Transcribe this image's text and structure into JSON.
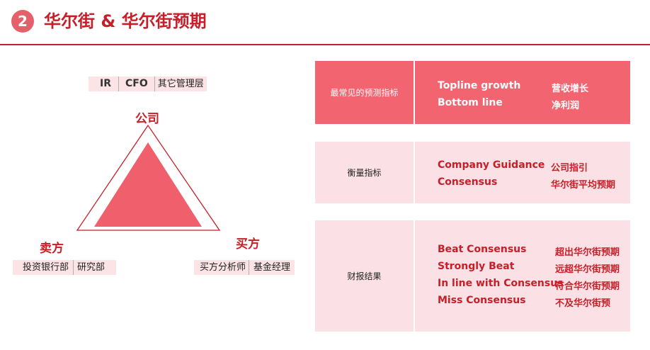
{
  "header": {
    "number": "2",
    "title": "华尔街 & 华尔街预期"
  },
  "company": {
    "label": "公司",
    "tags": [
      "IR",
      "CFO",
      "其它管理层"
    ]
  },
  "sell_side": {
    "label": "卖方",
    "tags": [
      "投资银行部",
      "研究部"
    ]
  },
  "buy_side": {
    "label": "买方",
    "tags": [
      "买方分析师",
      "基金经理"
    ]
  },
  "panels": [
    {
      "label": "最常见的预测指标",
      "rows": [
        {
          "en": "Topline growth",
          "cn": "营收增长"
        },
        {
          "en": "Bottom line",
          "cn": "净利润"
        }
      ]
    },
    {
      "label": "衡量指标",
      "rows": [
        {
          "en": "Company Guidance",
          "cn": "公司指引"
        },
        {
          "en": "Consensus",
          "cn": "华尔街平均预期"
        }
      ]
    },
    {
      "label": "财报结果",
      "rows": [
        {
          "en": "Beat Consensus",
          "cn": "超出华尔街预期"
        },
        {
          "en": "Strongly Beat",
          "cn": "远超华尔街预期"
        },
        {
          "en": "In line with Consensus",
          "cn": "符合华尔街预期"
        },
        {
          "en": "Miss Consensus",
          "cn": "不及华尔街预"
        }
      ]
    }
  ],
  "colors": {
    "accent": "#c81e28",
    "panel_dark": "#f2646f",
    "panel_light": "#fbe1e5",
    "triangle": "#ef5f6c"
  }
}
